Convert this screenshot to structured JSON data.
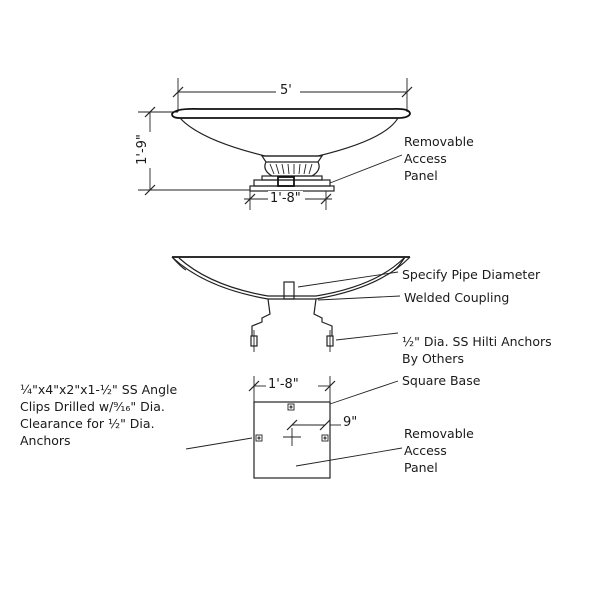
{
  "elevation": {
    "width_dim": "5'",
    "height_dim": "1'-9\"",
    "base_dim": "1'-8\"",
    "callout_access_panel": [
      "Removable",
      "Access",
      "Panel"
    ]
  },
  "section": {
    "callout_pipe": "Specify Pipe Diameter",
    "callout_coupling": "Welded Coupling",
    "callout_anchors": [
      "½\" Dia. SS Hilti Anchors",
      "By Others"
    ]
  },
  "plan": {
    "base_dim": "1'-8\"",
    "offset_dim": "9\"",
    "callout_square_base": "Square Base",
    "callout_clips": [
      "¼\"x4\"x2\"x1-½\" SS Angle",
      "Clips Drilled w/⁹⁄₁₆\" Dia.",
      "Clearance for ½\" Dia.",
      "Anchors"
    ],
    "callout_access_panel": [
      "Removable",
      "Access",
      "Panel"
    ]
  }
}
